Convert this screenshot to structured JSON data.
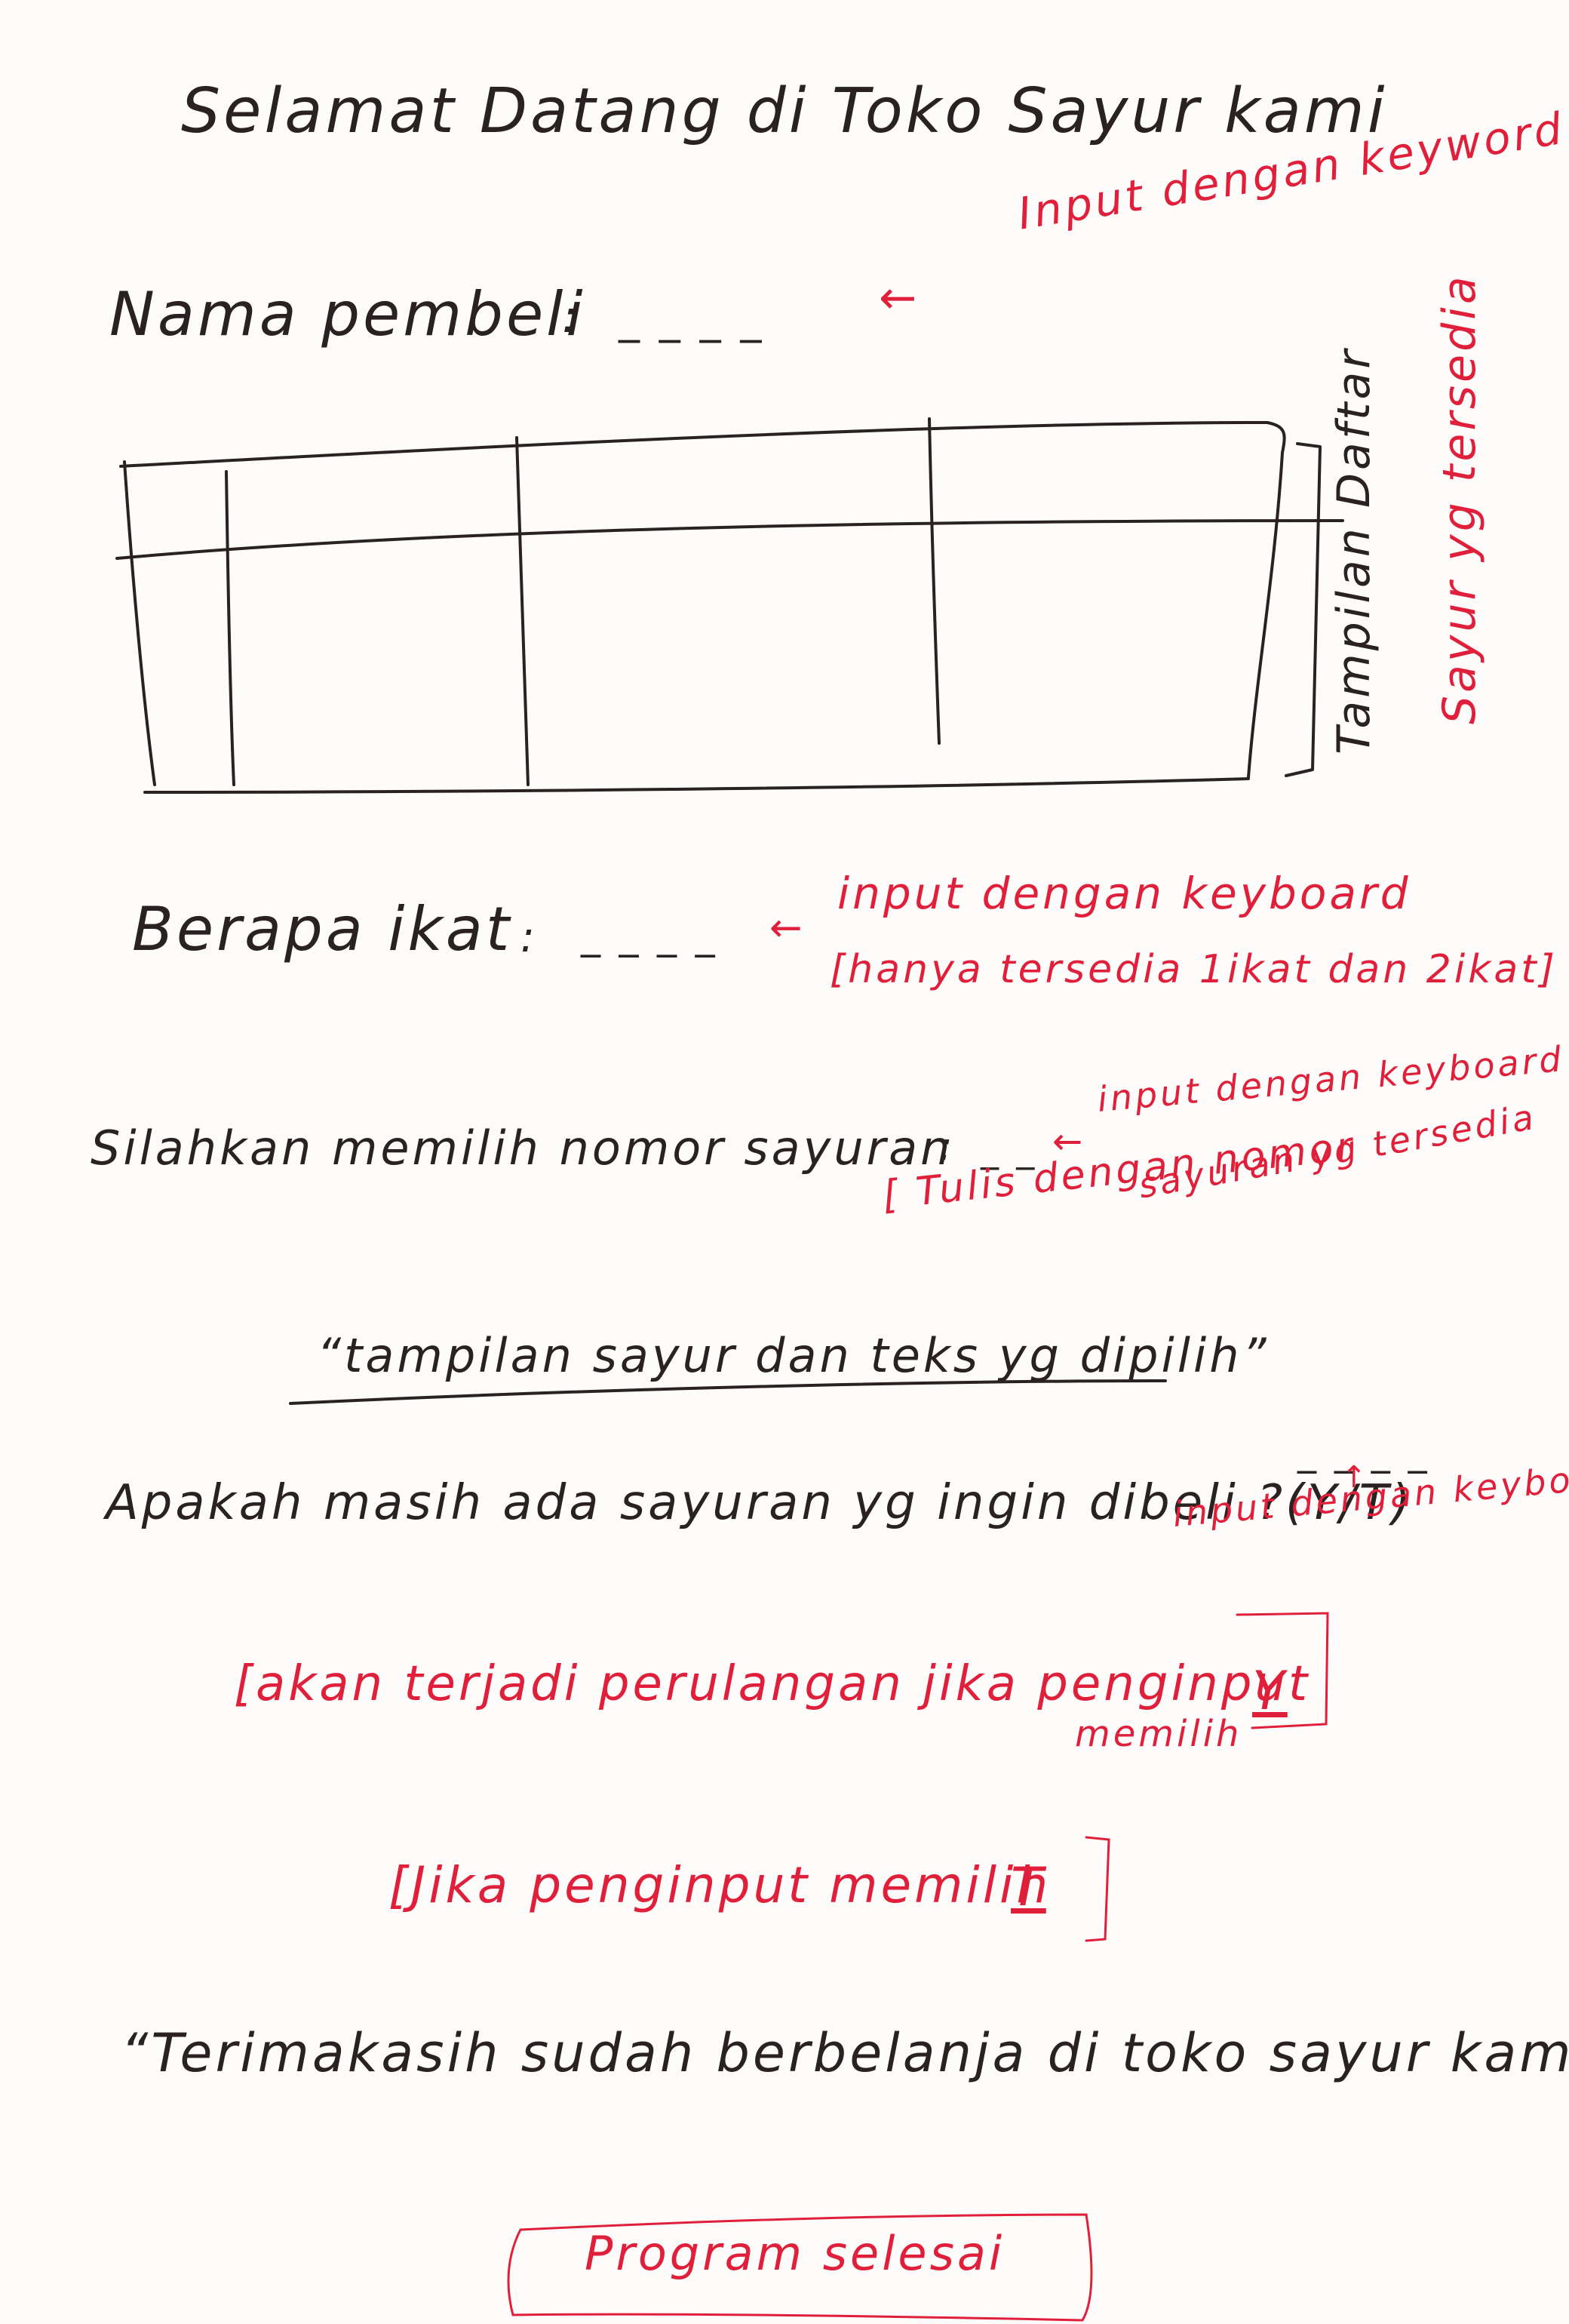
{
  "title": "Selamat Datang di Toko Sayur kami",
  "buyer": {
    "label": "Nama pembeli",
    "colon": ":",
    "blank": "_ _ _ _",
    "arrow": "←",
    "note": "Input dengan keyword"
  },
  "table_note": {
    "line1": "Tampilan Daftar",
    "line2": "Sayur yg tersedia"
  },
  "bundles": {
    "label": "Berapa ikat",
    "colon": ":",
    "blank": "_ _ _ _",
    "arrow": "←",
    "note": "input dengan keyboard",
    "constraint": "[hanya tersedia 1ikat dan 2ikat]"
  },
  "veg_number": {
    "label": "Silahkan memilih nomor sayuran",
    "colon": ":",
    "blank": "_ _",
    "arrow": "←",
    "note": "input dengan keyboard",
    "constraint_line1": "[ Tulis dengan nomor",
    "constraint_line2": "sayuran yg tersedia"
  },
  "display_placeholder": "“tampilan sayur dan teks yg dipilih”",
  "more_question": {
    "label": "Apakah masih ada sayuran yg ingin dibeli ?(Y/T)",
    "blank": "_ _ _ _",
    "arrow": "↑",
    "note": "input dengan keyboard"
  },
  "loop_note": {
    "line1": "[akan terjadi perulangan jika penginput",
    "line2": "memilih",
    "choice": "Y",
    "close": "]"
  },
  "exit_note": {
    "text": "[Jika penginput memilih",
    "choice": "T",
    "close": "]"
  },
  "thanks": "“Terimakasih sudah berbelanja di toko sayur kami”",
  "end_label": "Program selesai",
  "colors": {
    "ink": "#2a2220",
    "annotation": "#e0203a",
    "paper": "#fdfcfb"
  }
}
